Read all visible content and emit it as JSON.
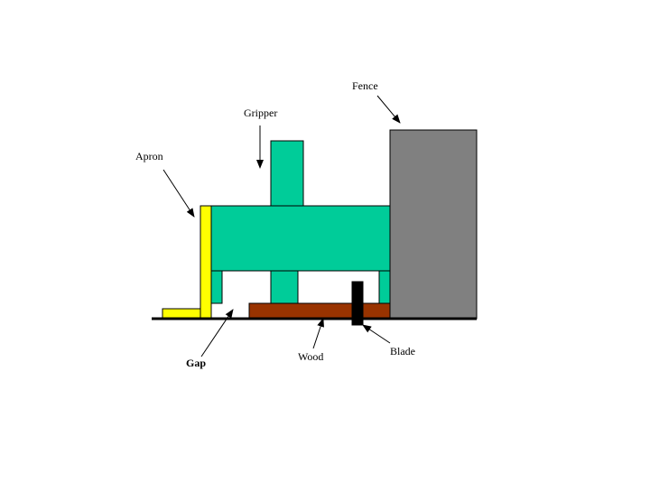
{
  "labels": {
    "fence": "Fence",
    "gripper": "Gripper",
    "apron": "Apron",
    "gap": "Gap",
    "wood": "Wood",
    "blade": "Blade"
  },
  "colors": {
    "fence": "#808080",
    "gripper": "#00CC99",
    "apron": "#FFFF00",
    "wood": "#993300",
    "blade": "#000000",
    "base": "#000000",
    "outline": "#000000"
  }
}
